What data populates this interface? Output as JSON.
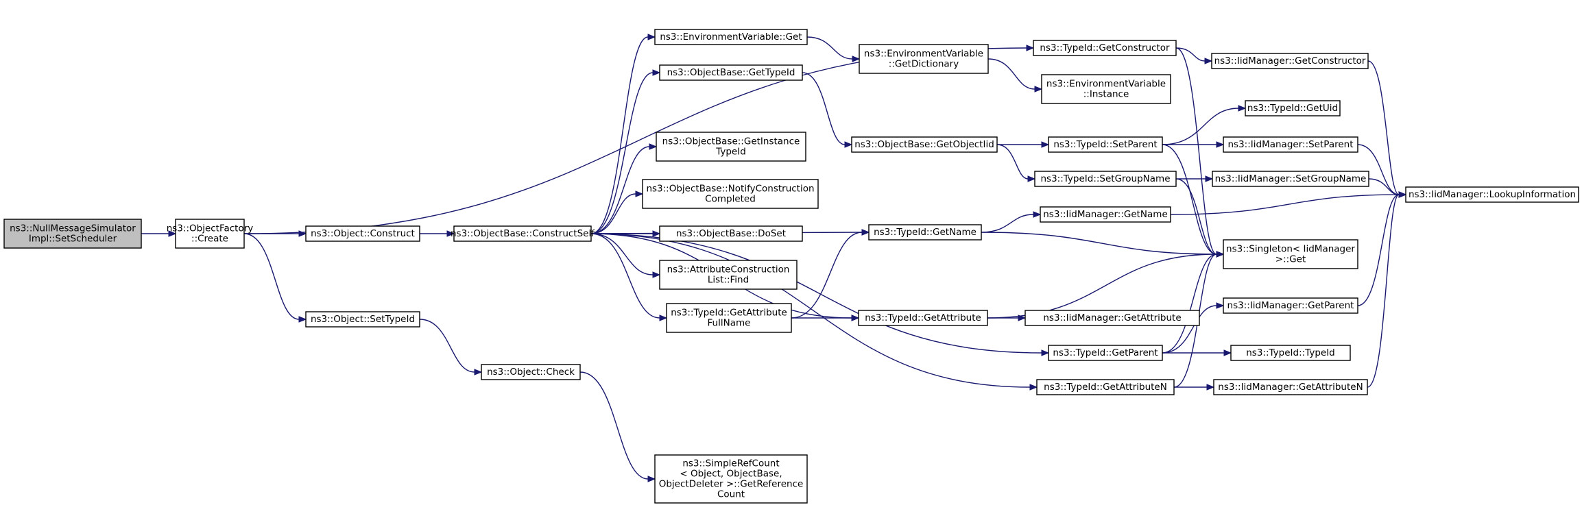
{
  "graph": {
    "edge_color": "#191970",
    "root_fill": "#bfbfbf",
    "nodes": [
      {
        "id": "setscheduler",
        "lines": [
          "ns3::NullMessageSimulator",
          "Impl::SetScheduler"
        ],
        "root": true
      },
      {
        "id": "objfactory_create",
        "lines": [
          "ns3::ObjectFactory",
          "::Create"
        ]
      },
      {
        "id": "object_construct",
        "lines": [
          "ns3::Object::Construct"
        ]
      },
      {
        "id": "object_settypeid",
        "lines": [
          "ns3::Object::SetTypeId"
        ]
      },
      {
        "id": "constructself",
        "lines": [
          "ns3::ObjectBase::ConstructSelf"
        ]
      },
      {
        "id": "object_check",
        "lines": [
          "ns3::Object::Check"
        ]
      },
      {
        "id": "simplerefcount",
        "lines": [
          "ns3::SimpleRefCount",
          "< Object, ObjectBase,",
          "ObjectDeleter >::GetReference",
          "Count"
        ]
      },
      {
        "id": "envvar_get",
        "lines": [
          "ns3::EnvironmentVariable::Get"
        ]
      },
      {
        "id": "getdictionary",
        "lines": [
          "ns3::EnvironmentVariable",
          "::GetDictionary"
        ]
      },
      {
        "id": "envvar_instance",
        "lines": [
          "ns3::EnvironmentVariable",
          "::Instance"
        ]
      },
      {
        "id": "ob_gettypeid",
        "lines": [
          "ns3::ObjectBase::GetTypeId"
        ]
      },
      {
        "id": "ob_getinstancetypeid",
        "lines": [
          "ns3::ObjectBase::GetInstance",
          "TypeId"
        ]
      },
      {
        "id": "ob_notify",
        "lines": [
          "ns3::ObjectBase::NotifyConstruction",
          "Completed"
        ]
      },
      {
        "id": "ob_doset",
        "lines": [
          "ns3::ObjectBase::DoSet"
        ]
      },
      {
        "id": "acl_find",
        "lines": [
          "ns3::AttributeConstruction",
          "List::Find"
        ]
      },
      {
        "id": "tid_getattributefullname",
        "lines": [
          "ns3::TypeId::GetAttribute",
          "FullName"
        ]
      },
      {
        "id": "tid_getconstructor",
        "lines": [
          "ns3::TypeId::GetConstructor"
        ]
      },
      {
        "id": "ob_getobjectiid",
        "lines": [
          "ns3::ObjectBase::GetObjectIid"
        ]
      },
      {
        "id": "tid_getname",
        "lines": [
          "ns3::TypeId::GetName"
        ]
      },
      {
        "id": "tid_getattribute",
        "lines": [
          "ns3::TypeId::GetAttribute"
        ]
      },
      {
        "id": "tid_setparent",
        "lines": [
          "ns3::TypeId::SetParent"
        ]
      },
      {
        "id": "tid_setgroupname",
        "lines": [
          "ns3::TypeId::SetGroupName"
        ]
      },
      {
        "id": "iid_getname",
        "lines": [
          "ns3::IidManager::GetName"
        ]
      },
      {
        "id": "tid_getparent",
        "lines": [
          "ns3::TypeId::GetParent"
        ]
      },
      {
        "id": "tid_getattributen",
        "lines": [
          "ns3::TypeId::GetAttributeN"
        ]
      },
      {
        "id": "iid_getconstructor",
        "lines": [
          "ns3::IidManager::GetConstructor"
        ]
      },
      {
        "id": "tid_getuid",
        "lines": [
          "ns3::TypeId::GetUid"
        ]
      },
      {
        "id": "iid_setparent",
        "lines": [
          "ns3::IidManager::SetParent"
        ]
      },
      {
        "id": "iid_setgroupname",
        "lines": [
          "ns3::IidManager::SetGroupName"
        ]
      },
      {
        "id": "singleton_get",
        "lines": [
          "ns3::Singleton< IidManager",
          ">::Get"
        ]
      },
      {
        "id": "iid_getattribute",
        "lines": [
          "ns3::IidManager::GetAttribute"
        ]
      },
      {
        "id": "iid_getparent",
        "lines": [
          "ns3::IidManager::GetParent"
        ]
      },
      {
        "id": "tid_typeid",
        "lines": [
          "ns3::TypeId::TypeId"
        ]
      },
      {
        "id": "iid_getattributen",
        "lines": [
          "ns3::IidManager::GetAttributeN"
        ]
      },
      {
        "id": "iid_lookupinformation",
        "lines": [
          "ns3::IidManager::LookupInformation"
        ]
      }
    ],
    "edges": [
      [
        "setscheduler",
        "objfactory_create"
      ],
      [
        "objfactory_create",
        "object_construct"
      ],
      [
        "objfactory_create",
        "object_settypeid"
      ],
      [
        "objfactory_create",
        "tid_getconstructor"
      ],
      [
        "object_construct",
        "constructself"
      ],
      [
        "object_settypeid",
        "object_check"
      ],
      [
        "object_check",
        "simplerefcount"
      ],
      [
        "constructself",
        "envvar_get"
      ],
      [
        "constructself",
        "ob_gettypeid"
      ],
      [
        "constructself",
        "ob_getinstancetypeid"
      ],
      [
        "constructself",
        "ob_notify"
      ],
      [
        "constructself",
        "ob_doset"
      ],
      [
        "constructself",
        "acl_find"
      ],
      [
        "constructself",
        "tid_getattributefullname"
      ],
      [
        "constructself",
        "tid_getname"
      ],
      [
        "constructself",
        "tid_getattribute"
      ],
      [
        "constructself",
        "tid_getparent"
      ],
      [
        "constructself",
        "tid_getattributen"
      ],
      [
        "envvar_get",
        "getdictionary"
      ],
      [
        "getdictionary",
        "envvar_instance"
      ],
      [
        "ob_gettypeid",
        "ob_getobjectiid"
      ],
      [
        "ob_getobjectiid",
        "tid_setparent"
      ],
      [
        "ob_getobjectiid",
        "tid_setgroupname"
      ],
      [
        "tid_getattributefullname",
        "tid_getname"
      ],
      [
        "tid_getattributefullname",
        "tid_getattribute"
      ],
      [
        "tid_getconstructor",
        "iid_getconstructor"
      ],
      [
        "tid_getconstructor",
        "singleton_get"
      ],
      [
        "tid_setparent",
        "tid_getuid"
      ],
      [
        "tid_setparent",
        "iid_setparent"
      ],
      [
        "tid_setparent",
        "singleton_get"
      ],
      [
        "tid_setgroupname",
        "iid_setgroupname"
      ],
      [
        "tid_setgroupname",
        "singleton_get"
      ],
      [
        "tid_getname",
        "iid_getname"
      ],
      [
        "tid_getname",
        "singleton_get"
      ],
      [
        "tid_getattribute",
        "iid_getattribute"
      ],
      [
        "tid_getattribute",
        "singleton_get"
      ],
      [
        "tid_getparent",
        "iid_getparent"
      ],
      [
        "tid_getparent",
        "tid_typeid"
      ],
      [
        "tid_getparent",
        "singleton_get"
      ],
      [
        "tid_getattributen",
        "iid_getattributen"
      ],
      [
        "tid_getattributen",
        "singleton_get"
      ],
      [
        "iid_getconstructor",
        "iid_lookupinformation"
      ],
      [
        "iid_setparent",
        "iid_lookupinformation"
      ],
      [
        "iid_setgroupname",
        "iid_lookupinformation"
      ],
      [
        "iid_getname",
        "iid_lookupinformation"
      ],
      [
        "iid_getparent",
        "iid_lookupinformation"
      ],
      [
        "iid_getattributen",
        "iid_lookupinformation"
      ]
    ]
  }
}
